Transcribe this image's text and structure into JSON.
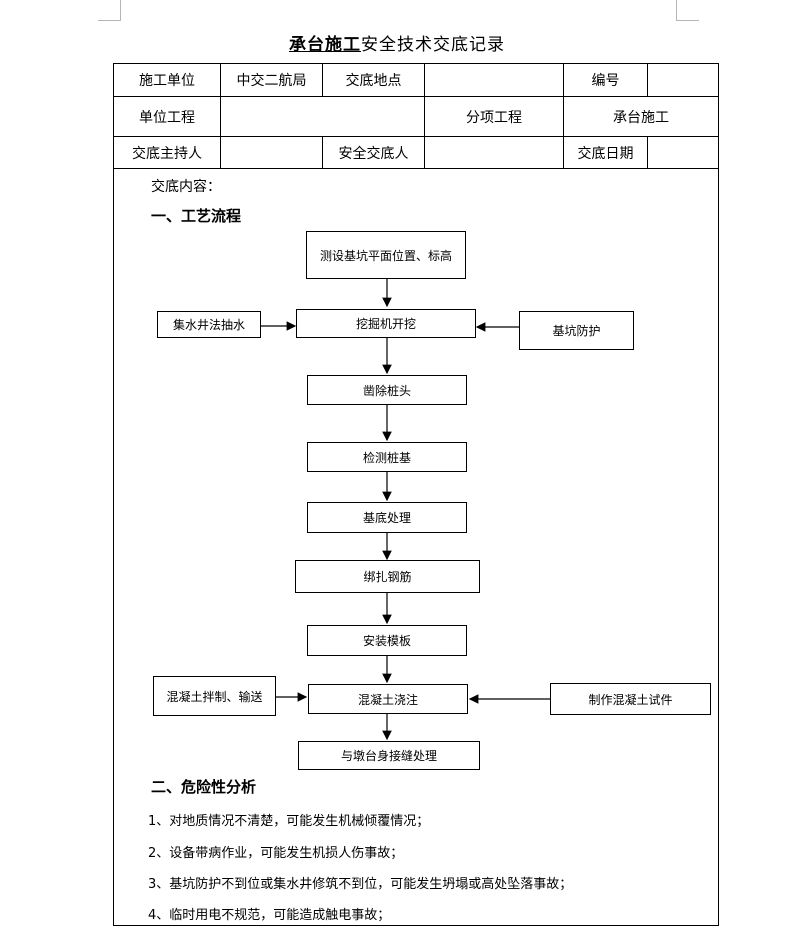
{
  "title": {
    "bold": "承台施工",
    "rest": "安全技术交底记录"
  },
  "table": {
    "unit_label": "施工单位",
    "unit_value": "中交二航局",
    "place_label": "交底地点",
    "place_value": "",
    "number_label": "编号",
    "number_value": "",
    "project_label": "单位工程",
    "project_value": "",
    "sub_label": "分项工程",
    "sub_value": "承台施工",
    "host_label": "交底主持人",
    "host_value": "",
    "safety_label": "安全交底人",
    "safety_value": "",
    "date_label": "交底日期",
    "date_value": ""
  },
  "content": {
    "intro": "交底内容：",
    "section1": "一、工艺流程",
    "section2": "二、危险性分析"
  },
  "flow": {
    "survey": "测设基坑平面位置、标高",
    "dewater": "集水井法抽水",
    "excavate": "挖掘机开挖",
    "protect": "基坑防护",
    "chisel": "凿除桩头",
    "inspect": "检测桩基",
    "base": "基底处理",
    "rebar": "绑扎钢筋",
    "formwork": "安装模板",
    "mixing": "混凝土拌制、输送",
    "pour": "混凝土浇注",
    "specimen": "制作混凝土试件",
    "joint": "与墩台身接缝处理"
  },
  "hazards": [
    "1、对地质情况不清楚，可能发生机械倾覆情况；",
    "2、设备带病作业，可能发生机损人伤事故；",
    "3、基坑防护不到位或集水井修筑不到位，可能发生坍塌或高处坠落事故；",
    "4、临时用电不规范，可能造成触电事故；"
  ]
}
